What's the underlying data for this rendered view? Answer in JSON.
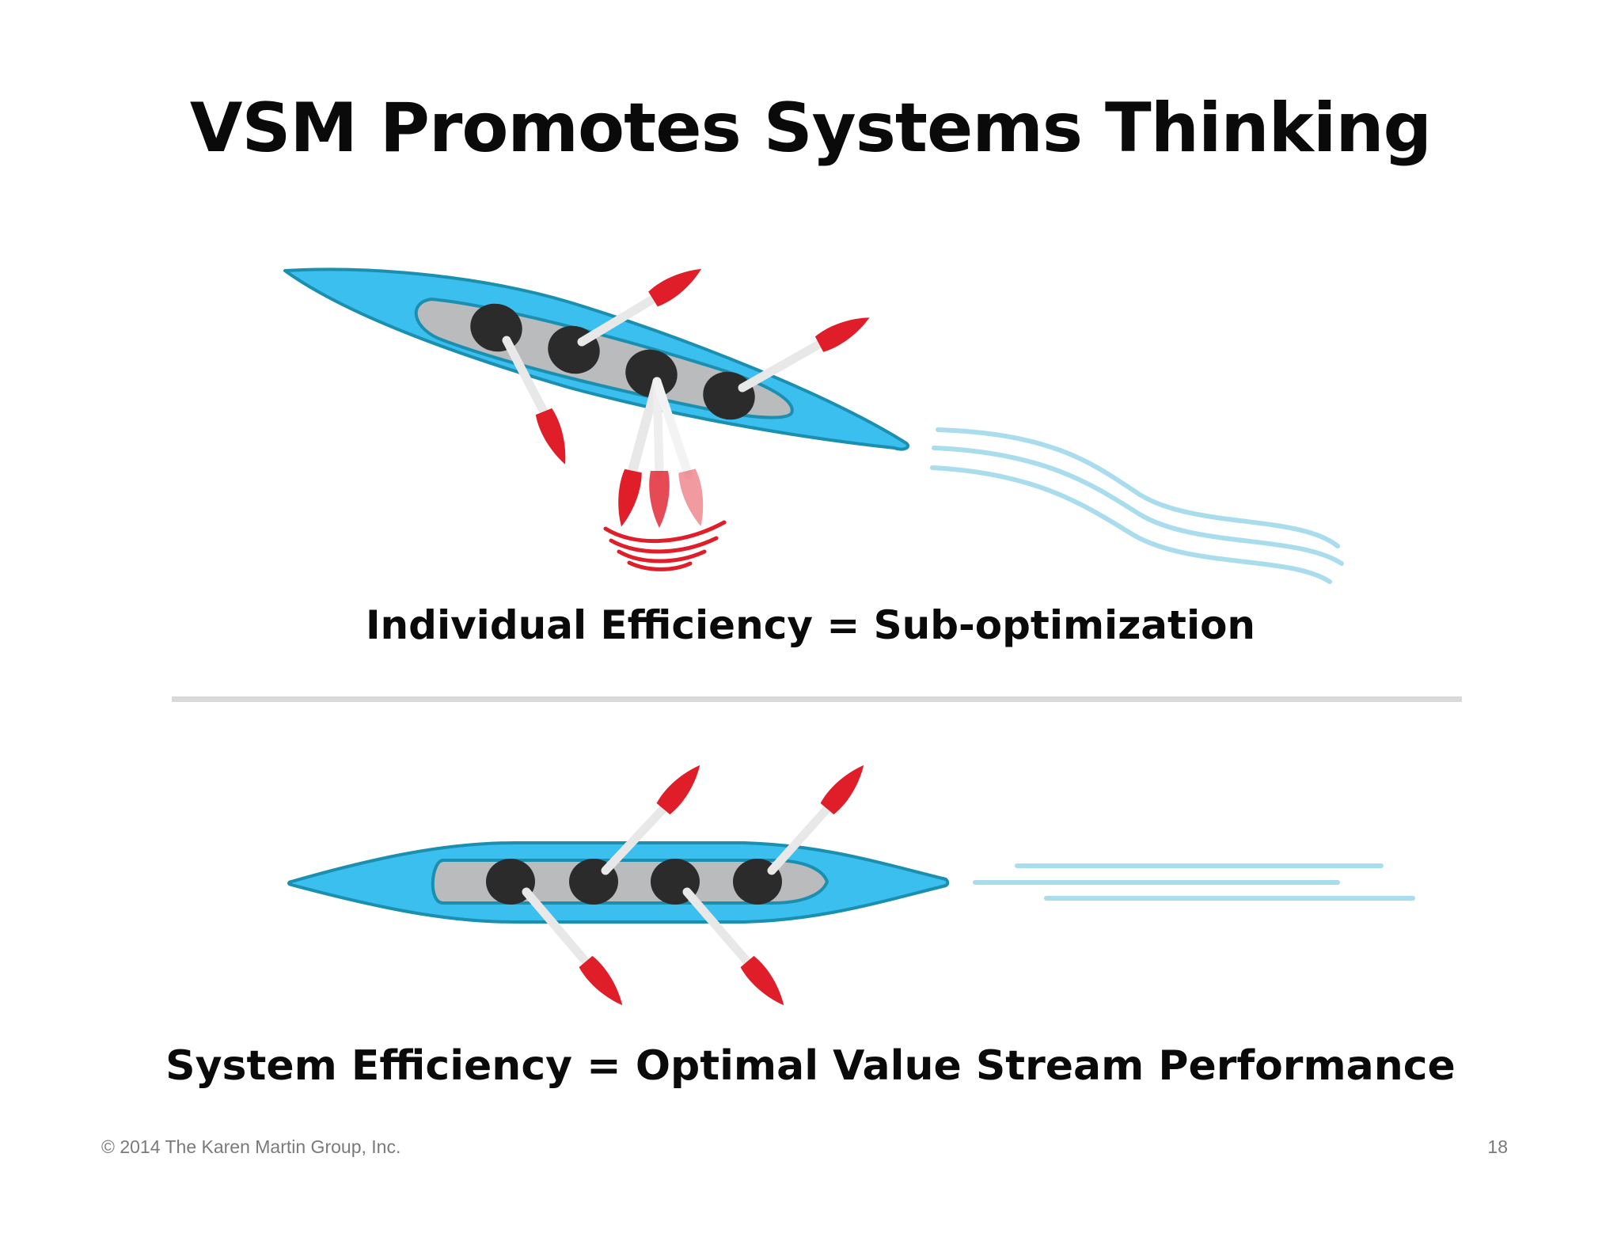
{
  "slide": {
    "title": "VSM Promotes Systems Thinking",
    "top_panel": {
      "caption": "Individual Efficiency = Sub-optimization"
    },
    "bottom_panel": {
      "caption": "System Efficiency = Optimal Value Stream Performance"
    },
    "footer": {
      "copyright": "© 2014 The Karen Martin Group, Inc.",
      "page_number": "18"
    }
  },
  "colors": {
    "kayak_hull": "#3bbfee",
    "hull_outline": "#1b8fb0",
    "cockpit": "#b9bbbd",
    "rower": "#2b2b2b",
    "paddle_shaft": "#e8e8e8",
    "paddle_blade": "#e01e2a",
    "wake": "#a9dced",
    "divider": "#d9d9d9"
  },
  "icons": [
    "kayak-icon",
    "paddle-icon",
    "rower-icon",
    "wake-lines-icon",
    "splash-icon"
  ]
}
